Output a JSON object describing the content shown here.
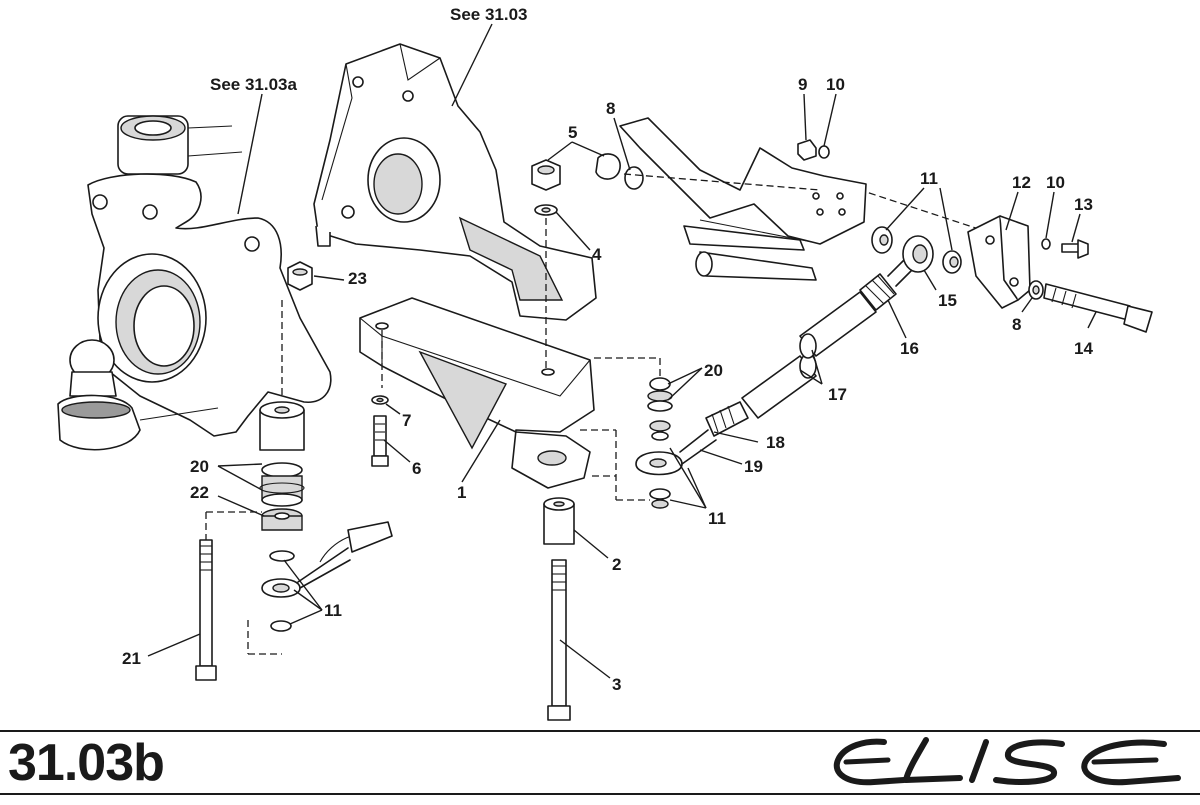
{
  "diagram": {
    "references": {
      "upper": "See 31.03",
      "left": "See 31.03a"
    },
    "callouts": {
      "c1": "1",
      "c2": "2",
      "c3": "3",
      "c4": "4",
      "c5": "5",
      "c6": "6",
      "c7": "7",
      "c8a": "8",
      "c8b": "8",
      "c9": "9",
      "c10a": "10",
      "c10b": "10",
      "c11a": "11",
      "c11b": "11",
      "c11c": "11",
      "c12": "12",
      "c13": "13",
      "c14": "14",
      "c15": "15",
      "c16": "16",
      "c17": "17",
      "c18": "18",
      "c19": "19",
      "c20a": "20",
      "c20b": "20",
      "c21": "21",
      "c22": "22",
      "c23": "23"
    }
  },
  "footer": {
    "page_code": "31.03b",
    "brand": "ELISE",
    "brand_icon": "elise-script-logo"
  }
}
